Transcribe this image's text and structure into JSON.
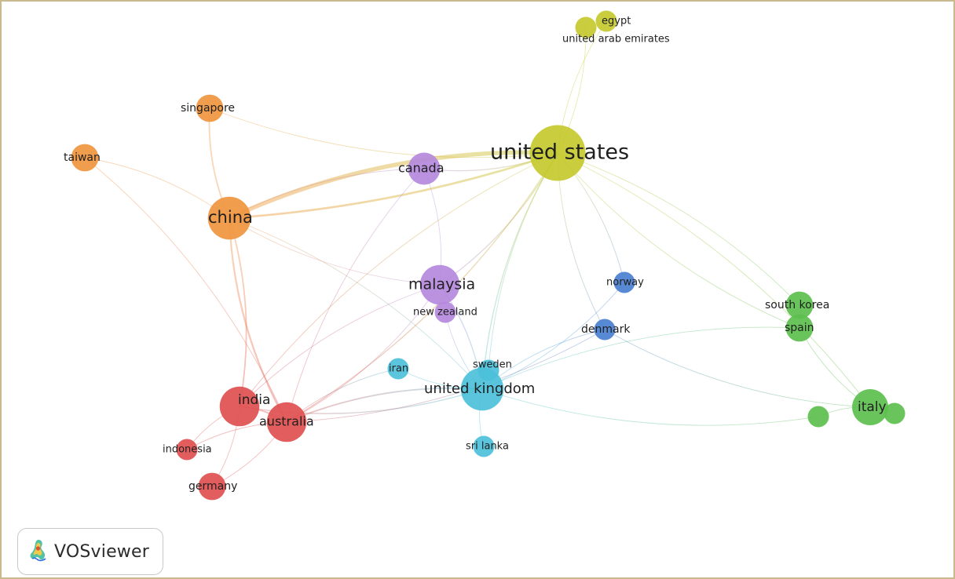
{
  "app": {
    "brand_name": "VOSviewer",
    "brand_icon": "vosviewer-logo-icon"
  },
  "clusters": {
    "red": "#e05050",
    "green": "#5cbf4e",
    "blue": "#4a7fd0",
    "yellow": "#c4c92e",
    "purple": "#b489dc",
    "cyan": "#4cc0d9",
    "orange": "#f0953f"
  },
  "nodes": [
    {
      "id": "united-states",
      "label": "united states",
      "cluster": "yellow",
      "weight": 10
    },
    {
      "id": "egypt",
      "label": "egypt",
      "cluster": "yellow",
      "weight": 1
    },
    {
      "id": "uae",
      "label": "united arab emirates",
      "cluster": "yellow",
      "weight": 1
    },
    {
      "id": "singapore",
      "label": "singapore",
      "cluster": "orange",
      "weight": 2
    },
    {
      "id": "taiwan",
      "label": "taiwan",
      "cluster": "orange",
      "weight": 2
    },
    {
      "id": "china",
      "label": "china",
      "cluster": "orange",
      "weight": 6
    },
    {
      "id": "canada",
      "label": "canada",
      "cluster": "purple",
      "weight": 3
    },
    {
      "id": "malaysia",
      "label": "malaysia",
      "cluster": "purple",
      "weight": 5
    },
    {
      "id": "new-zealand",
      "label": "new zealand",
      "cluster": "purple",
      "weight": 1
    },
    {
      "id": "norway",
      "label": "norway",
      "cluster": "blue",
      "weight": 1
    },
    {
      "id": "denmark",
      "label": "denmark",
      "cluster": "blue",
      "weight": 1
    },
    {
      "id": "south-korea",
      "label": "south korea",
      "cluster": "green",
      "weight": 2
    },
    {
      "id": "spain",
      "label": "spain",
      "cluster": "green",
      "weight": 2
    },
    {
      "id": "italy",
      "label": "italy",
      "cluster": "green",
      "weight": 4
    },
    {
      "id": "italy-nb1",
      "label": "",
      "cluster": "green",
      "weight": 1
    },
    {
      "id": "italy-nb2",
      "label": "",
      "cluster": "green",
      "weight": 1
    },
    {
      "id": "sweden",
      "label": "sweden",
      "cluster": "cyan",
      "weight": 1
    },
    {
      "id": "iran",
      "label": "iran",
      "cluster": "cyan",
      "weight": 1
    },
    {
      "id": "united-kingdom",
      "label": "united kingdom",
      "cluster": "cyan",
      "weight": 6
    },
    {
      "id": "sri-lanka",
      "label": "sri lanka",
      "cluster": "cyan",
      "weight": 1
    },
    {
      "id": "india",
      "label": "india",
      "cluster": "red",
      "weight": 5
    },
    {
      "id": "australia",
      "label": "australia",
      "cluster": "red",
      "weight": 5
    },
    {
      "id": "indonesia",
      "label": "indonesia",
      "cluster": "red",
      "weight": 1
    },
    {
      "id": "germany",
      "label": "germany",
      "cluster": "red",
      "weight": 2
    }
  ],
  "links": [
    {
      "s": "china",
      "t": "united-states",
      "w": 6
    },
    {
      "s": "china",
      "t": "united-states",
      "w": 3
    },
    {
      "s": "china",
      "t": "singapore",
      "w": 2
    },
    {
      "s": "china",
      "t": "taiwan",
      "w": 1
    },
    {
      "s": "china",
      "t": "india",
      "w": 2
    },
    {
      "s": "china",
      "t": "australia",
      "w": 2.5
    },
    {
      "s": "china",
      "t": "canada",
      "w": 1
    },
    {
      "s": "china",
      "t": "malaysia",
      "w": 1
    },
    {
      "s": "china",
      "t": "united-kingdom",
      "w": 1
    },
    {
      "s": "singapore",
      "t": "united-states",
      "w": 1
    },
    {
      "s": "taiwan",
      "t": "australia",
      "w": 1
    },
    {
      "s": "canada",
      "t": "united-states",
      "w": 1.5
    },
    {
      "s": "canada",
      "t": "malaysia",
      "w": 1
    },
    {
      "s": "canada",
      "t": "australia",
      "w": 1
    },
    {
      "s": "united-states",
      "t": "egypt",
      "w": 1
    },
    {
      "s": "united-states",
      "t": "uae",
      "w": 1
    },
    {
      "s": "united-states",
      "t": "malaysia",
      "w": 1.5
    },
    {
      "s": "united-states",
      "t": "united-kingdom",
      "w": 1.5
    },
    {
      "s": "united-states",
      "t": "australia",
      "w": 1.5
    },
    {
      "s": "united-states",
      "t": "india",
      "w": 1
    },
    {
      "s": "united-states",
      "t": "south-korea",
      "w": 1
    },
    {
      "s": "united-states",
      "t": "spain",
      "w": 1
    },
    {
      "s": "united-states",
      "t": "italy",
      "w": 1
    },
    {
      "s": "united-states",
      "t": "denmark",
      "w": 1
    },
    {
      "s": "united-states",
      "t": "norway",
      "w": 1
    },
    {
      "s": "united-states",
      "t": "sweden",
      "w": 1
    },
    {
      "s": "malaysia",
      "t": "united-kingdom",
      "w": 1.5
    },
    {
      "s": "malaysia",
      "t": "india",
      "w": 1
    },
    {
      "s": "malaysia",
      "t": "australia",
      "w": 1
    },
    {
      "s": "new-zealand",
      "t": "united-kingdom",
      "w": 1
    },
    {
      "s": "united-kingdom",
      "t": "india",
      "w": 1.5
    },
    {
      "s": "united-kingdom",
      "t": "australia",
      "w": 2
    },
    {
      "s": "united-kingdom",
      "t": "iran",
      "w": 1
    },
    {
      "s": "united-kingdom",
      "t": "sri-lanka",
      "w": 1
    },
    {
      "s": "united-kingdom",
      "t": "denmark",
      "w": 1
    },
    {
      "s": "united-kingdom",
      "t": "norway",
      "w": 1
    },
    {
      "s": "united-kingdom",
      "t": "spain",
      "w": 1
    },
    {
      "s": "united-kingdom",
      "t": "italy-nb1",
      "w": 1
    },
    {
      "s": "sweden",
      "t": "united-kingdom",
      "w": 1
    },
    {
      "s": "iran",
      "t": "australia",
      "w": 1
    },
    {
      "s": "india",
      "t": "australia",
      "w": 2
    },
    {
      "s": "india",
      "t": "indonesia",
      "w": 1
    },
    {
      "s": "india",
      "t": "germany",
      "w": 1
    },
    {
      "s": "australia",
      "t": "indonesia",
      "w": 1
    },
    {
      "s": "australia",
      "t": "germany",
      "w": 1
    },
    {
      "s": "denmark",
      "t": "italy",
      "w": 1
    },
    {
      "s": "denmark",
      "t": "australia",
      "w": 1
    },
    {
      "s": "spain",
      "t": "italy",
      "w": 1
    },
    {
      "s": "south-korea",
      "t": "spain",
      "w": 1
    },
    {
      "s": "italy",
      "t": "italy-nb1",
      "w": 1
    },
    {
      "s": "italy",
      "t": "italy-nb2",
      "w": 1
    }
  ]
}
